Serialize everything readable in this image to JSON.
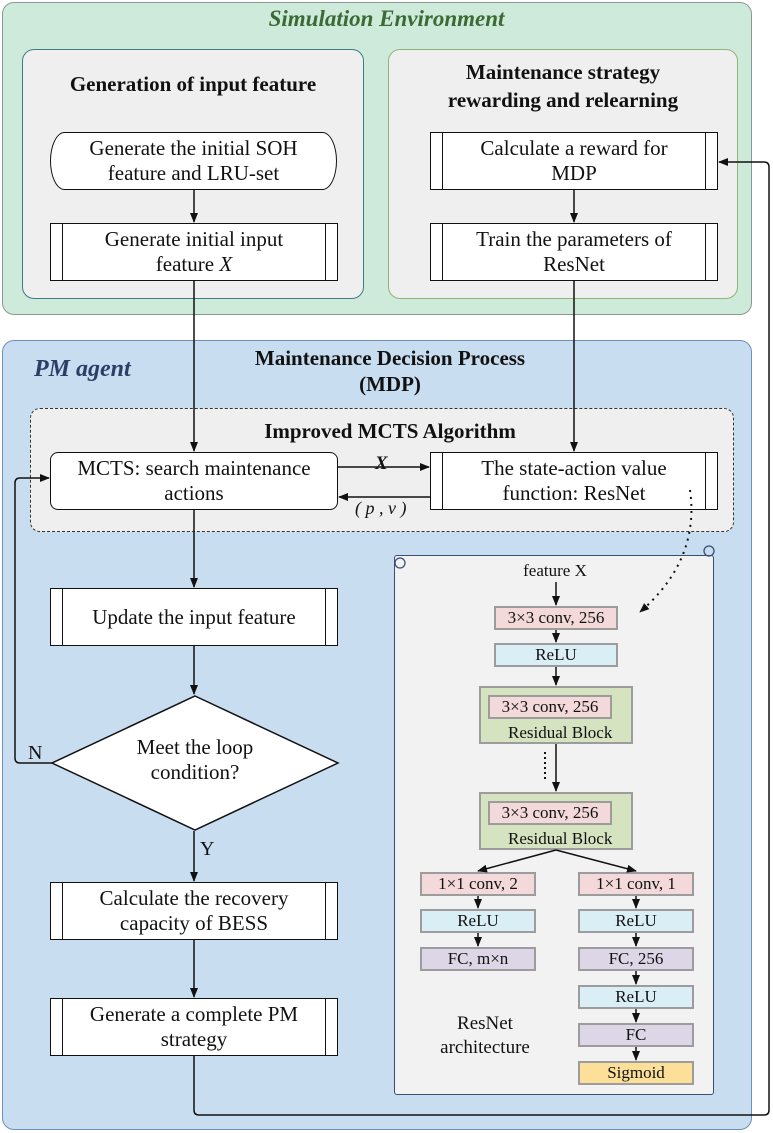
{
  "simulation_environment": {
    "title": "Simulation Environment",
    "generation": {
      "title": "Generation of input feature",
      "steps": [
        {
          "line1": "Generate the initial SOH",
          "line2": "feature and LRU-set"
        },
        {
          "line1": "Generate initial input",
          "line2": "feature ",
          "var": "X"
        }
      ]
    },
    "maintenance": {
      "title_line1": "Maintenance strategy",
      "title_line2": "rewarding and relearning",
      "steps": [
        {
          "line1": "Calculate a reward for",
          "line2": "MDP"
        },
        {
          "line1": "Train the parameters of",
          "line2": "ResNet"
        }
      ]
    }
  },
  "pm_agent": {
    "title": "PM agent",
    "mdp_title_line1": "Maintenance Decision Process",
    "mdp_title_line2": "(MDP)",
    "mcts": {
      "title": "Improved MCTS Algorithm",
      "search": {
        "line1": "MCTS: search maintenance",
        "line2": "actions"
      },
      "value_fn": {
        "line1": "The state-action value",
        "line2": "function: ResNet"
      },
      "edge_forward": "X",
      "edge_back": "( p , v )"
    },
    "flow": {
      "update": "Update the input feature",
      "decision": {
        "line1": "Meet the loop",
        "line2": "condition?"
      },
      "no_label": "N",
      "yes_label": "Y",
      "recovery": {
        "line1": "Calculate the recovery",
        "line2": "capacity of BESS"
      },
      "complete": {
        "line1": "Generate a complete PM",
        "line2": "strategy"
      }
    },
    "resnet": {
      "input": "feature X",
      "conv1": "3×3 conv, 256",
      "relu1": "ReLU",
      "res_conv": "3×3 conv, 256",
      "res_label": "Residual Block",
      "policy_head": [
        "1×1 conv, 2",
        "ReLU",
        "FC, m×n"
      ],
      "value_head": [
        "1×1 conv, 1",
        "ReLU",
        "FC, 256",
        "ReLU",
        "FC",
        "Sigmoid"
      ],
      "caption_line1": "ResNet",
      "caption_line2": "architecture"
    }
  }
}
